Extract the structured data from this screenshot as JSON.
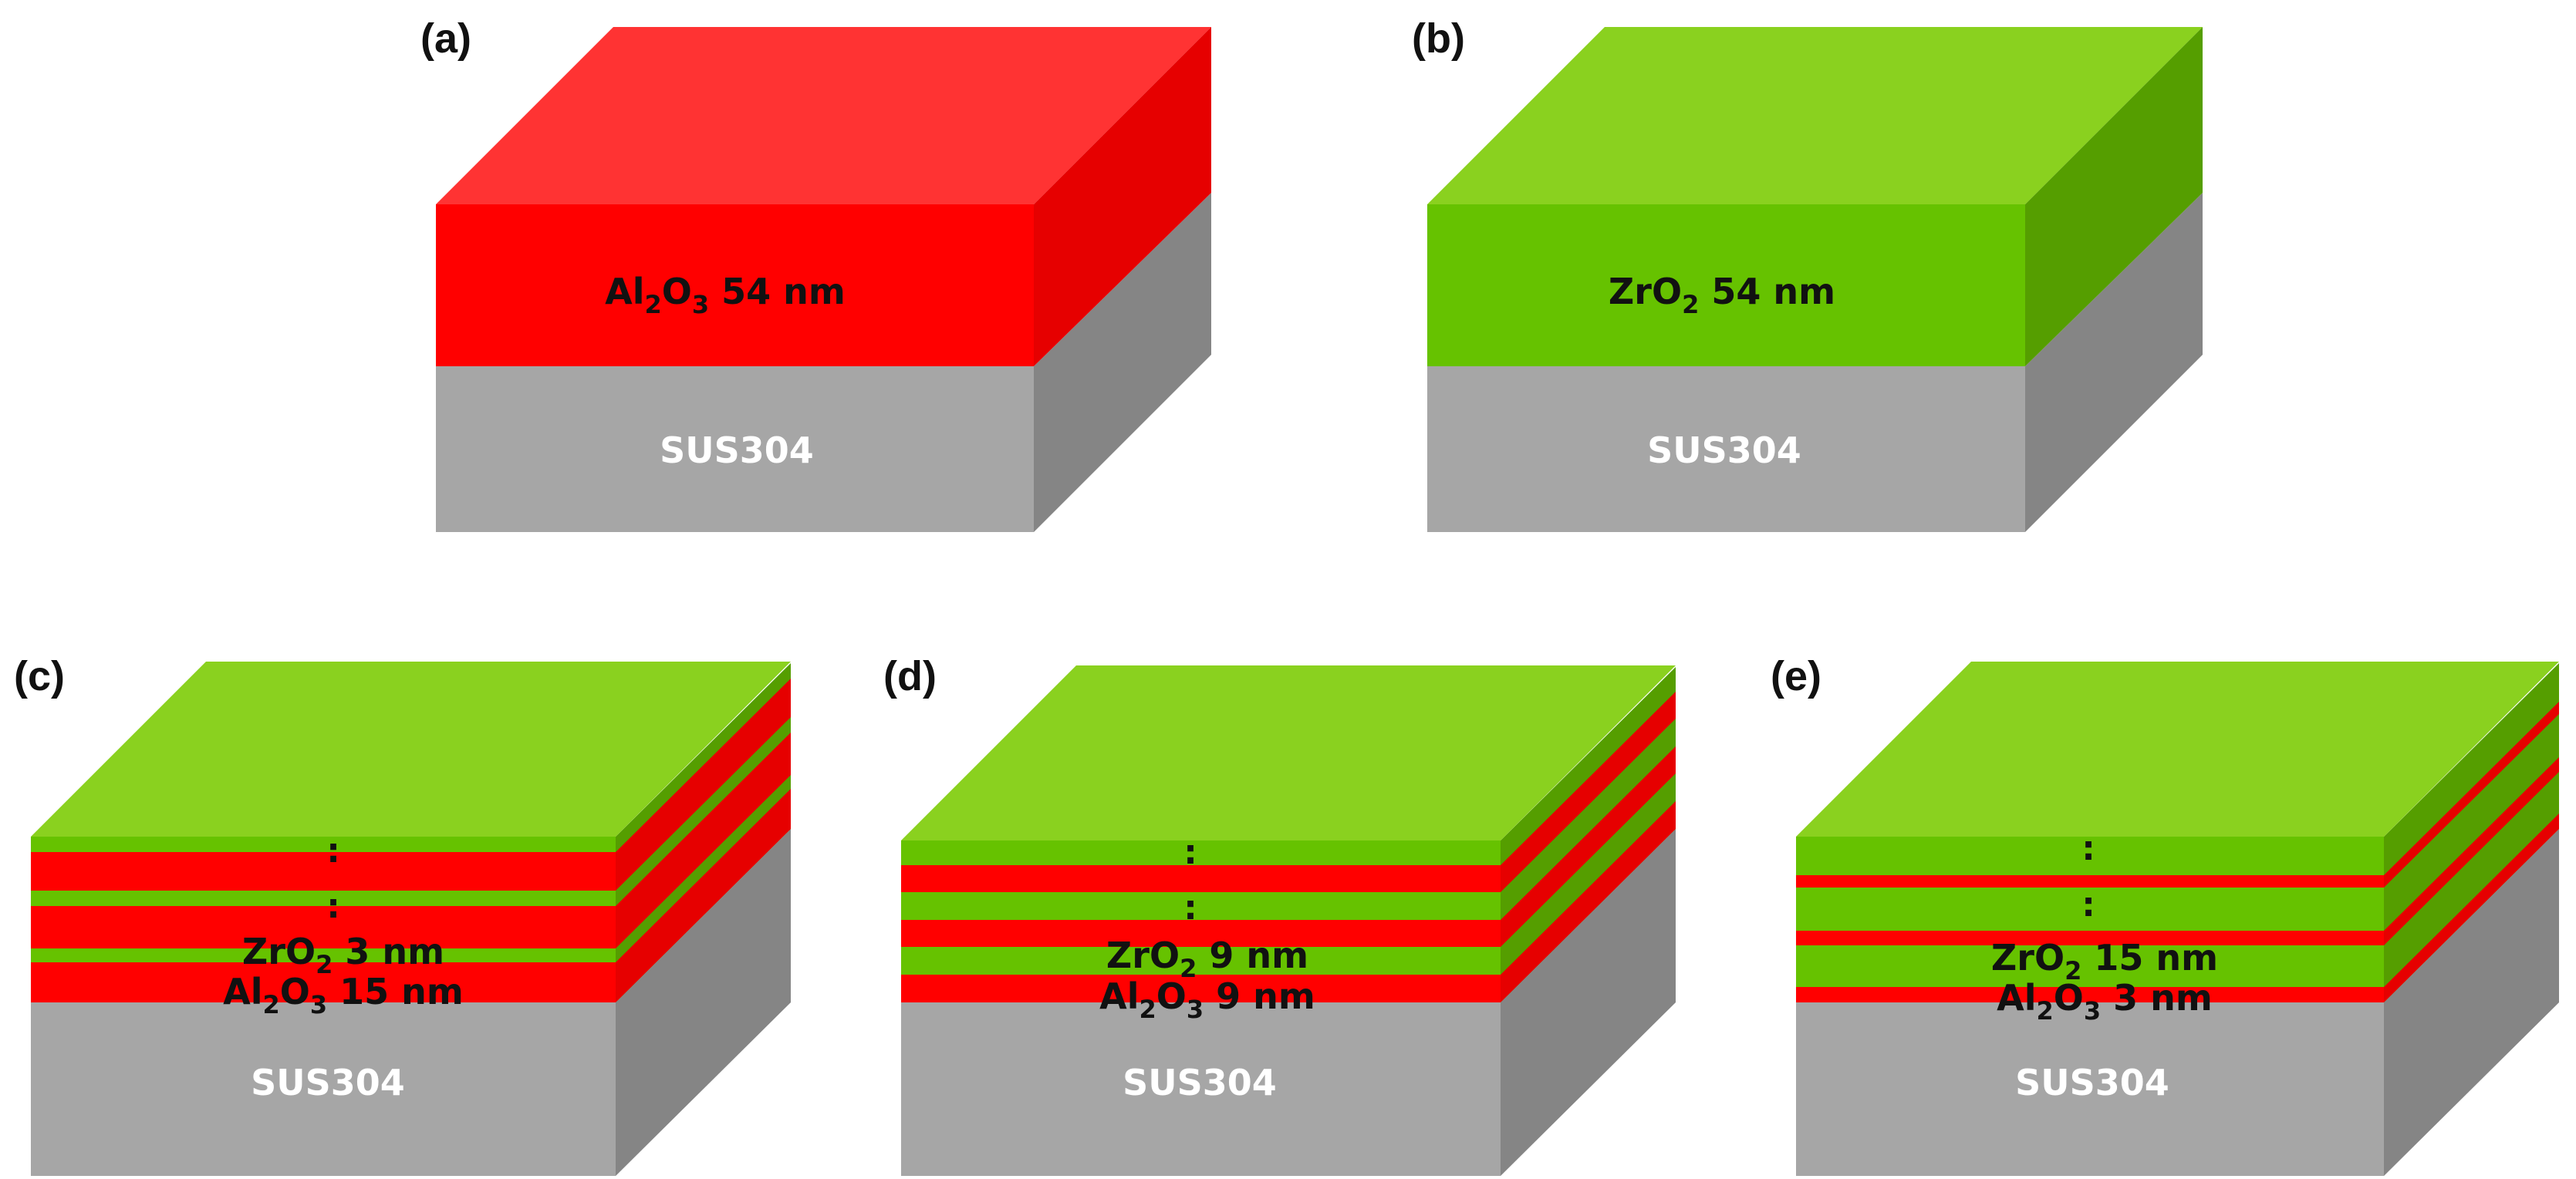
{
  "colors": {
    "al2o3": {
      "front": "#ff0000",
      "top": "#ff3333",
      "side": "#e60000"
    },
    "zro2": {
      "front": "#66c200",
      "top": "#8ad11f",
      "side": "#559e00"
    },
    "substrate": {
      "front": "#a6a6a6",
      "top": "#bfbfbf",
      "side": "#858585"
    }
  },
  "panels": [
    {
      "letter": "(a)",
      "substrate": "SUS304",
      "layers": [
        {
          "material": "Al2O3",
          "formula": [
            "Al",
            "2",
            "O",
            "3"
          ],
          "thickness": "54 nm"
        }
      ]
    },
    {
      "letter": "(b)",
      "substrate": "SUS304",
      "layers": [
        {
          "material": "ZrO2",
          "formula": [
            "ZrO",
            "2",
            "",
            ""
          ],
          "thickness": "54 nm"
        }
      ]
    },
    {
      "letter": "(c)",
      "substrate": "SUS304",
      "continuation": ":",
      "layers": [
        {
          "material": "ZrO2",
          "formula": [
            "ZrO",
            "2",
            "",
            ""
          ],
          "thickness": "3 nm"
        },
        {
          "material": "Al2O3",
          "formula": [
            "Al",
            "2",
            "O",
            "3"
          ],
          "thickness": "15 nm"
        }
      ]
    },
    {
      "letter": "(d)",
      "substrate": "SUS304",
      "continuation": ":",
      "layers": [
        {
          "material": "ZrO2",
          "formula": [
            "ZrO",
            "2",
            "",
            ""
          ],
          "thickness": "9 nm"
        },
        {
          "material": "Al2O3",
          "formula": [
            "Al",
            "2",
            "O",
            "3"
          ],
          "thickness": "9 nm"
        }
      ]
    },
    {
      "letter": "(e)",
      "substrate": "SUS304",
      "continuation": ":",
      "layers": [
        {
          "material": "ZrO2",
          "formula": [
            "ZrO",
            "2",
            "",
            ""
          ],
          "thickness": "15 nm"
        },
        {
          "material": "Al2O3",
          "formula": [
            "Al",
            "2",
            "O",
            "3"
          ],
          "thickness": "3 nm"
        }
      ]
    }
  ]
}
